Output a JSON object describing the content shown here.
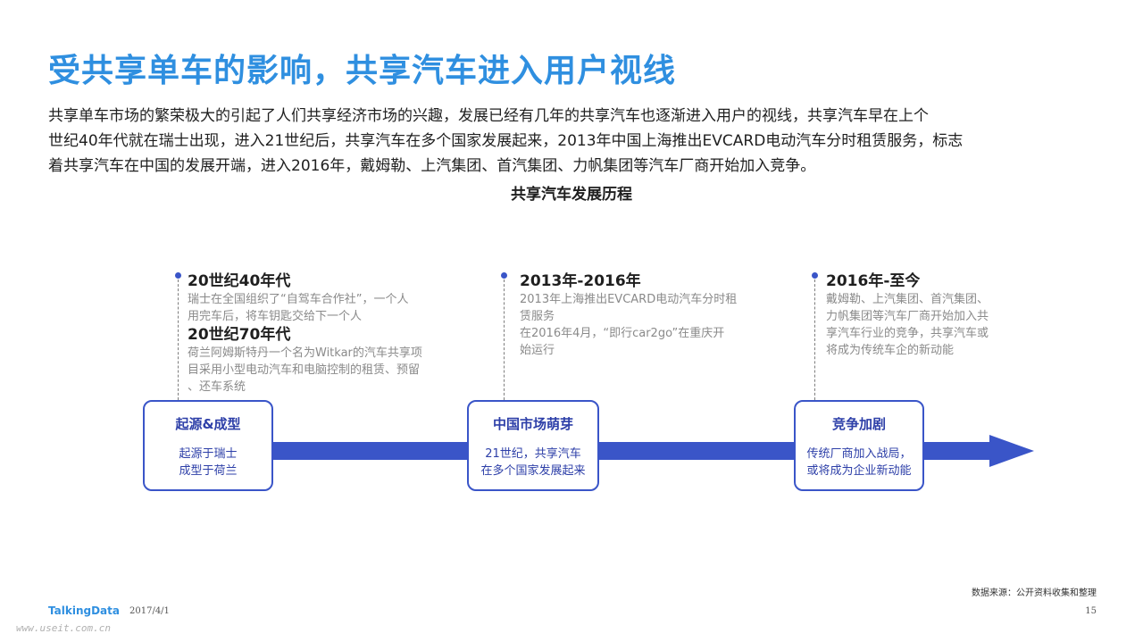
{
  "page": {
    "title": "受共享单车的影响，共享汽车进入用户视线",
    "intro_lines": [
      "共享单车市场的繁荣极大的引起了人们共享经济市场的兴趣，发展已经有几年的共享汽车也逐渐进入用户的视线，共享汽车早在上个",
      "世纪40年代就在瑞士出现，进入21世纪后，共享汽车在多个国家发展起来，2013年中国上海推出EVCARD电动汽车分时租赁服务，标志",
      "着共享汽车在中国的发展开端，进入2016年，戴姆勒、上汽集团、首汽集团、力帆集团等汽车厂商开始加入竞争。"
    ],
    "diagram_title": "共享汽车发展历程"
  },
  "periods": [
    {
      "title": "20世纪40年代",
      "lines": [
        "瑞士在全国组织了“自驾车合作社”，一个人",
        "用完车后，将车钥匙交给下一个人"
      ],
      "title2": "20世纪70年代",
      "lines2": [
        "荷兰阿姆斯特丹一个名为Witkar的汽车共享项",
        "目采用小型电动汽车和电脑控制的租赁、预留",
        "、还车系统"
      ]
    },
    {
      "title": "2013年-2016年",
      "lines": [
        "2013年上海推出EVCARD电动汽车分时租",
        "赁服务",
        "在2016年4月，“即行car2go”在重庆开",
        "始运行"
      ]
    },
    {
      "title": "2016年-至今",
      "lines": [
        "戴姆勒、上汽集团、首汽集团、",
        "力帆集团等汽车厂商开始加入共",
        "享汽车行业的竞争，共享汽车或",
        "将成为传统车企的新动能"
      ]
    }
  ],
  "stages": [
    {
      "name": "起源&成型",
      "desc": [
        "起源于瑞士",
        "成型于荷兰"
      ]
    },
    {
      "name": "中国市场萌芽",
      "desc": [
        "21世纪，共享汽车",
        "在多个国家发展起来"
      ]
    },
    {
      "name": "竞争加剧",
      "desc": [
        "传统厂商加入战局，",
        "或将成为企业新动能"
      ]
    }
  ],
  "footer": {
    "source": "数据来源：公开资料收集和整理",
    "logo": "TalkingData",
    "date": "2017/4/1",
    "page_number": "15",
    "watermark": "www.useit.com.cn"
  },
  "colors": {
    "title": "#2f8fe0",
    "timeline": "#3a55c8",
    "stage_border": "#3a55c8",
    "stage_text": "#2d3fa8",
    "period_text": "#8a8a8a"
  }
}
